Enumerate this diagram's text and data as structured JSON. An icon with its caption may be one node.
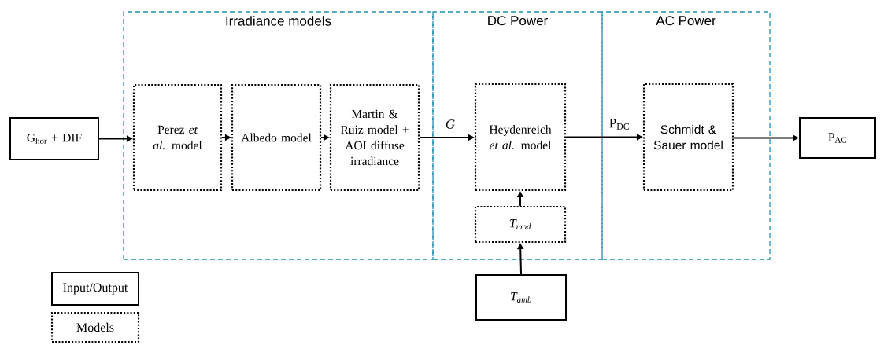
{
  "diagram": {
    "nodes": [
      {
        "text": [
          "Irradiance models"
        ]
      },
      {
        "text": [
          "DC Power"
        ]
      },
      {
        "text": [
          "AC Power"
        ]
      },
      {
        "text": [
          "G$_{hor}$ + DIF"
        ]
      },
      {
        "text": [
          "Perez *et al.* model"
        ],
        "in": 0
      },
      {
        "text": [
          "Albedo model"
        ],
        "in": 0
      },
      {
        "text": [
          "Martin & Ruiz model + AOI diffuse irradiance"
        ],
        "in": 0
      },
      {
        "text": [
          "Heydenreich *et al.* model"
        ],
        "in": 1
      },
      {
        "text": [
          "T$_{mod}$"
        ],
        "in": 1
      },
      {
        "text": [
          "Schmidt & Sauer model"
        ],
        "in": 2
      },
      {
        "text": [
          "T$_{amb}$"
        ]
      },
      {
        "text": [
          "P$_{AC}$"
        ]
      }
    ],
    "edges": [
      {
        "from": 3,
        "to": 4,
        "arrow": "to"
      },
      {
        "from": 4,
        "to": 5,
        "arrow": "to"
      },
      {
        "from": 5,
        "to": 6,
        "arrow": "to"
      },
      {
        "from": 6,
        "to": 7,
        "arrow": "to",
        "label": "G"
      },
      {
        "from": 7,
        "to": 9,
        "arrow": "to",
        "label": "P$_{DC}$"
      },
      {
        "from": 9,
        "to": 11,
        "arrow": "to"
      },
      {
        "from": 8,
        "to": 7,
        "arrow": "to"
      },
      {
        "from": 10,
        "to": 8,
        "arrow": "to"
      }
    ],
    "legend": [
      {
        "text": "Input/Output"
      },
      {
        "text": "Models"
      }
    ]
  }
}
